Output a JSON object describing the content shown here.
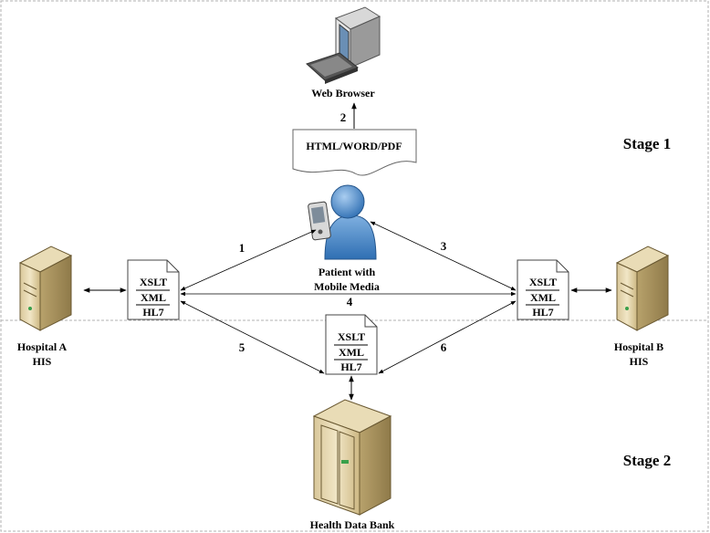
{
  "nodes": {
    "web_browser": "Web Browser",
    "document": "HTML/WORD/PDF",
    "patient_line1": "Patient with",
    "patient_line2": "Mobile Media",
    "hospital_a_line1": "Hospital A",
    "hospital_a_line2": "HIS",
    "hospital_b_line1": "Hospital B",
    "hospital_b_line2": "HIS",
    "health_data_bank": "Health Data Bank"
  },
  "format_doc": {
    "line1": "XSLT",
    "line2": "XML",
    "line3": "HL7"
  },
  "stages": {
    "stage1": "Stage 1",
    "stage2": "Stage 2"
  },
  "edge_labels": {
    "e1": "1",
    "e2": "2",
    "e3": "3",
    "e4": "4",
    "e5": "5",
    "e6": "6"
  }
}
